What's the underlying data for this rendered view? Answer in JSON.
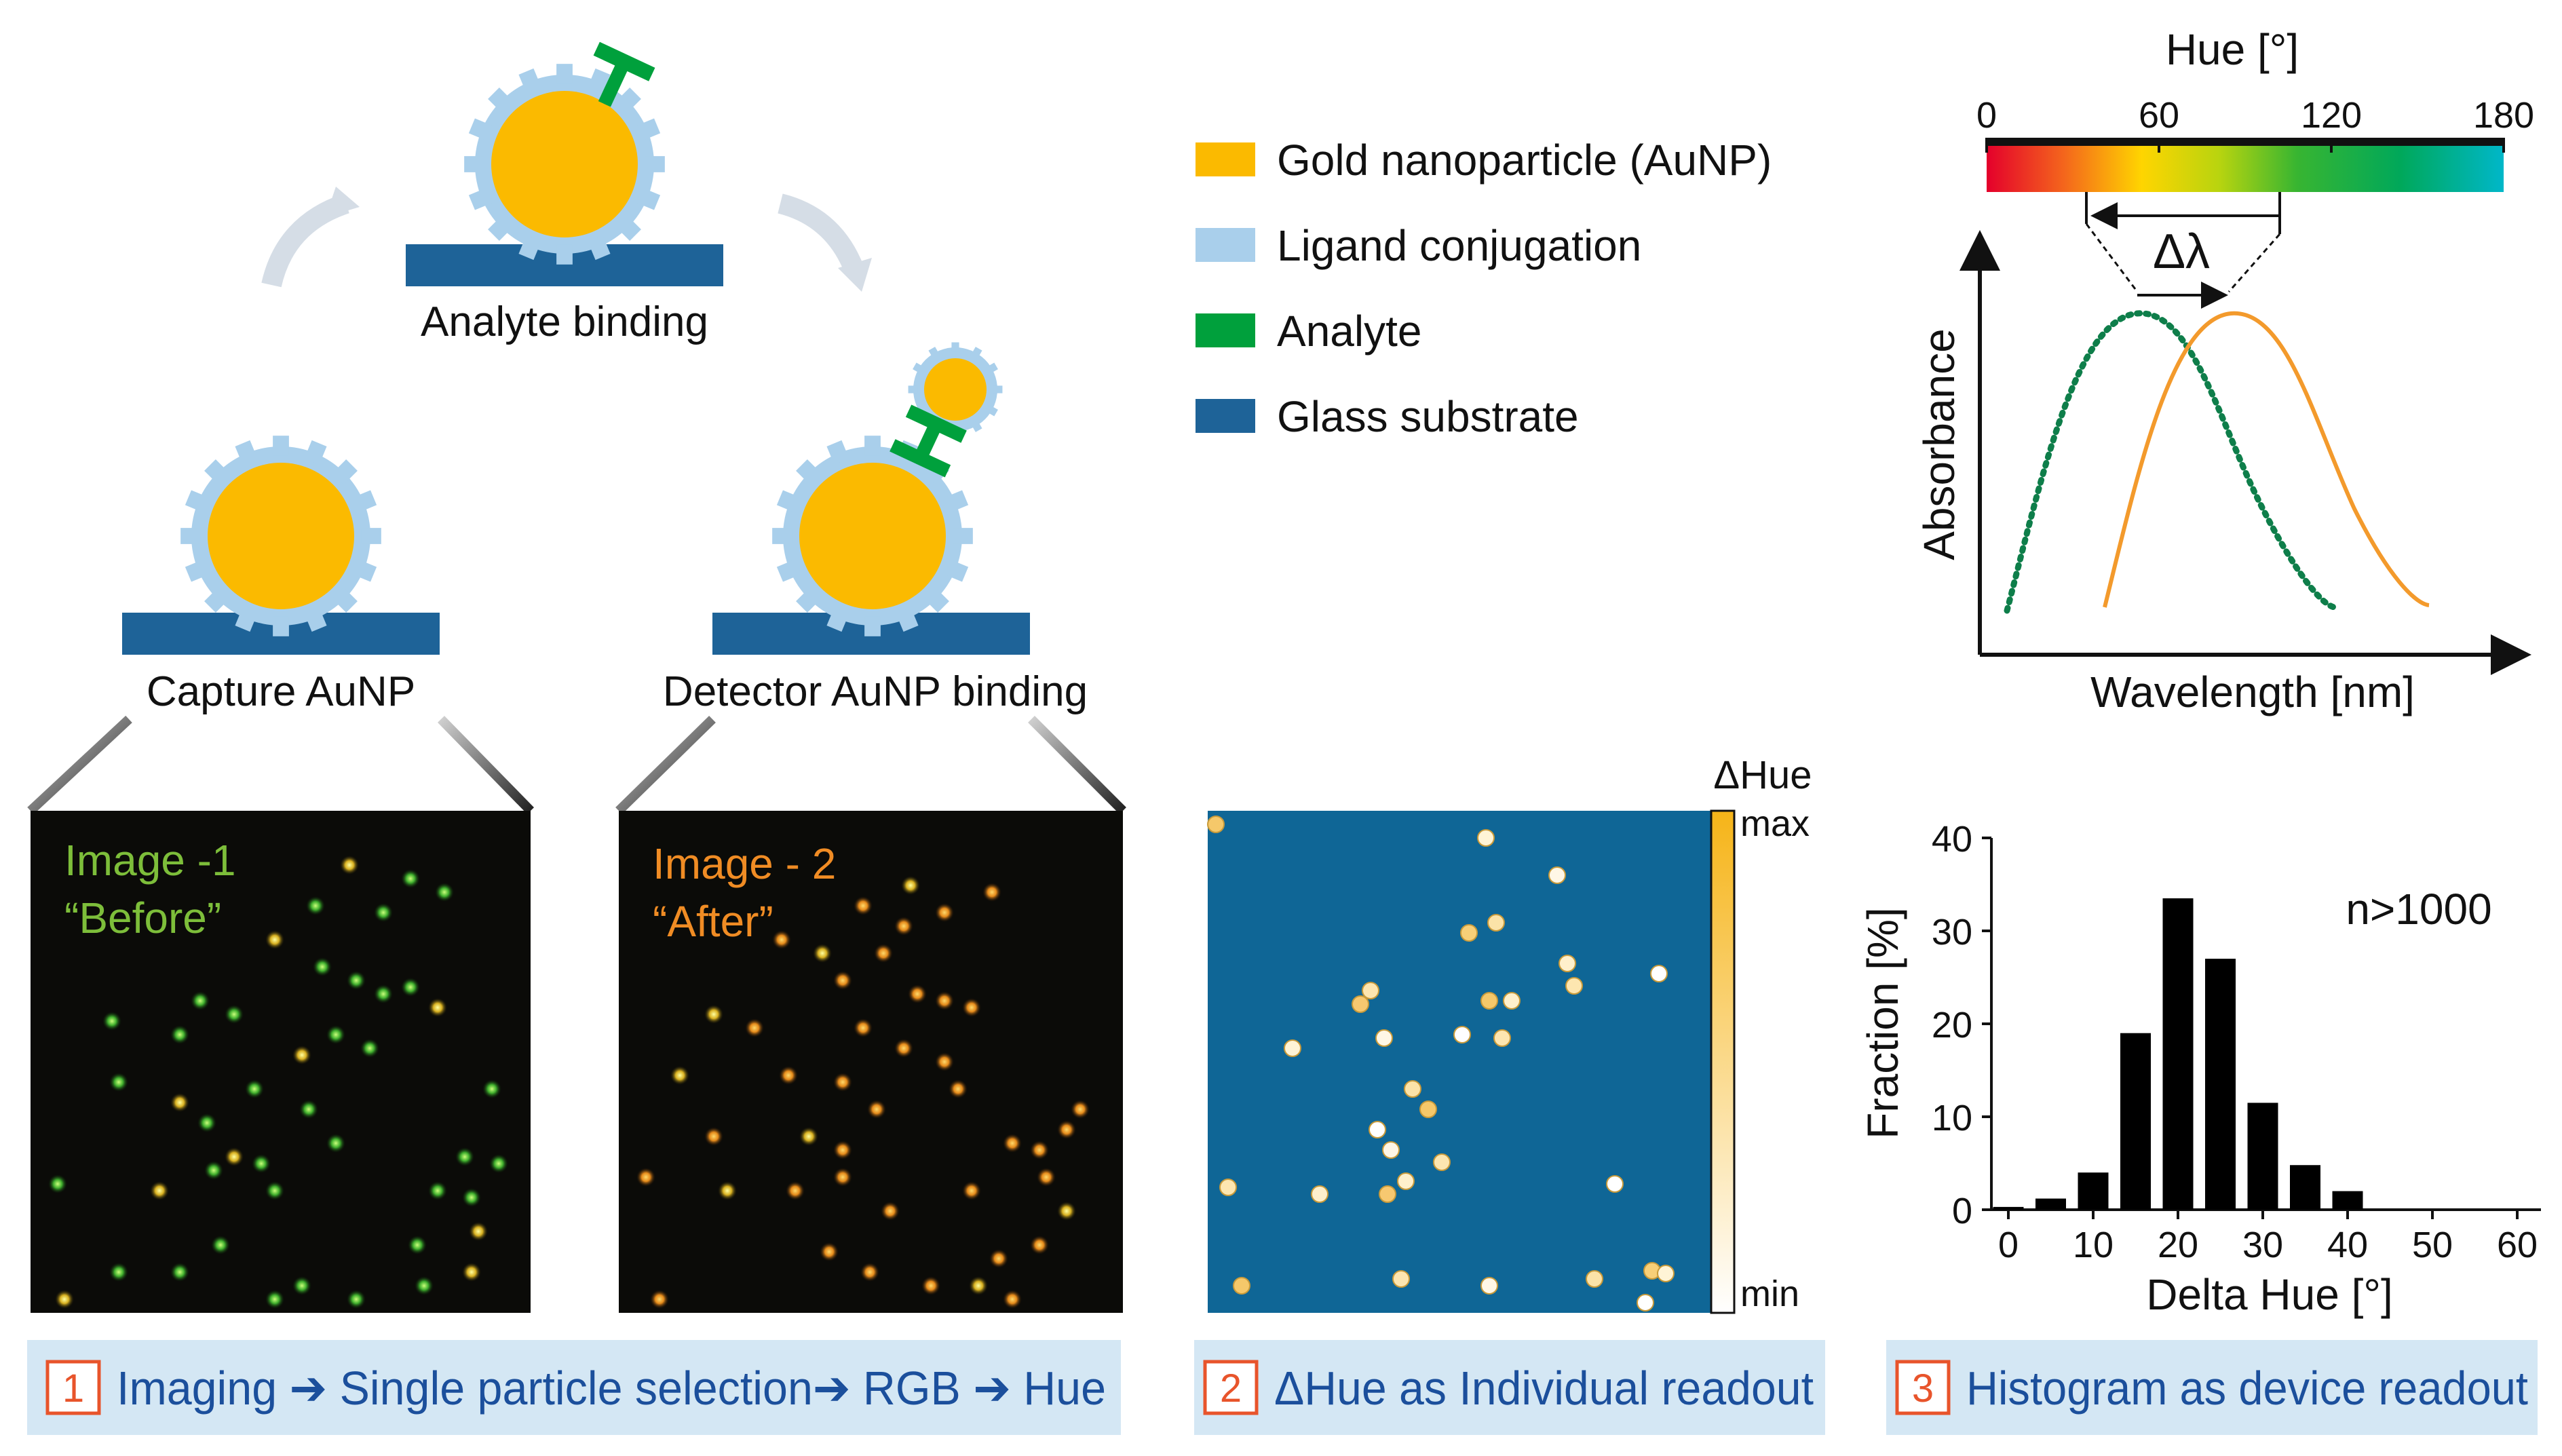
{
  "cycle": {
    "analyte_binding_label": "Analyte binding",
    "capture_label": "Capture AuNP",
    "detector_label": "Detector AuNP binding"
  },
  "legend": {
    "items": [
      {
        "label": "Gold nanoparticle (AuNP)",
        "color": "#FBBA00"
      },
      {
        "label": "Ligand conjugation",
        "color": "#A9CFEB"
      },
      {
        "label": "Analyte",
        "color": "#00A03C"
      },
      {
        "label": "Glass substrate",
        "color": "#1E6398"
      }
    ]
  },
  "hue_bar": {
    "title": "Hue [°]",
    "ticks": [
      "0",
      "60",
      "120",
      "180"
    ]
  },
  "spectrum": {
    "delta_label": "Δλ",
    "ylabel": "Absorbance",
    "xlabel": "Wavelength [nm]",
    "before_color": "#0E7E4A",
    "after_color": "#F39A2C"
  },
  "images": {
    "before_line1": "Image -1",
    "before_line2": "“Before”",
    "after_line1": "Image - 2",
    "after_line2": "“After”",
    "before_color": "#7DBE3A",
    "after_color": "#F08C24"
  },
  "delta_map": {
    "title": "ΔHue",
    "max_label": "max",
    "min_label": "min",
    "bg_color": "#0F6696"
  },
  "chart_data": {
    "type": "bar",
    "categories": [
      "0",
      "5",
      "10",
      "15",
      "20",
      "25",
      "30",
      "35",
      "40",
      "45"
    ],
    "values": [
      0.3,
      1.2,
      4,
      19,
      33.5,
      27,
      11.5,
      4.8,
      2,
      0
    ],
    "xlabel": "Delta Hue [°]",
    "ylabel": "Fraction [%]",
    "annotation": "n>1000",
    "ylim": [
      0,
      40
    ],
    "xlim": [
      0,
      60
    ],
    "xticks": [
      "0",
      "10",
      "20",
      "30",
      "40",
      "50",
      "60"
    ],
    "yticks": [
      "0",
      "10",
      "20",
      "30",
      "40"
    ],
    "bar_color": "#000000"
  },
  "steps": [
    {
      "number": "1",
      "text": "Imaging ➔ Single particle selection➔ RGB ➔ Hue"
    },
    {
      "number": "2",
      "text": "ΔHue as Individual readout"
    },
    {
      "number": "3",
      "text": "Histogram as device readout"
    }
  ]
}
